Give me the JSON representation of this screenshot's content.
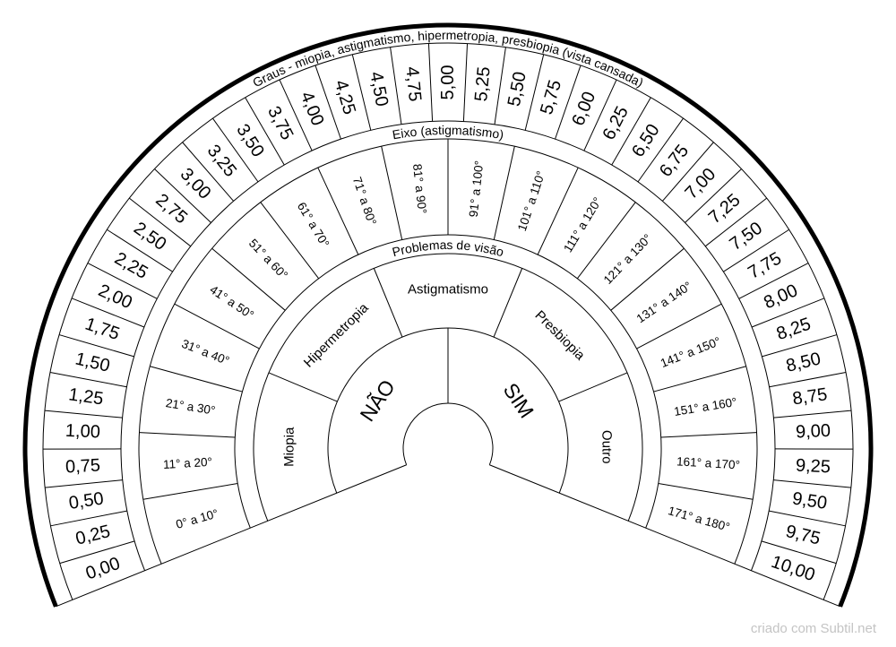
{
  "chart_title": "Graus - miopia, astigmatismo, hipermetropia, presbiopia (vista cansada)",
  "graus": [
    "0,00",
    "0,25",
    "0,50",
    "0,75",
    "1,00",
    "1,25",
    "1,50",
    "1,75",
    "2,00",
    "2,25",
    "2,50",
    "2,75",
    "3,00",
    "3,25",
    "3,50",
    "3,75",
    "4,00",
    "4,25",
    "4,50",
    "4,75",
    "5,00",
    "5,25",
    "5,50",
    "5,75",
    "6,00",
    "6,25",
    "6,50",
    "6,75",
    "7,00",
    "7,25",
    "7,50",
    "7,75",
    "8,00",
    "8,25",
    "8,50",
    "8,75",
    "9,00",
    "9,25",
    "9,50",
    "9,75",
    "10,00"
  ],
  "eixo_title": "Eixo (astigmatismo)",
  "eixo": [
    "0° a 10°",
    "11° a 20°",
    "21° a 30°",
    "31° a 40°",
    "41° a 50°",
    "51° a 60°",
    "61° a 70°",
    "71° a 80°",
    "81° a 90°",
    "91° a 100°",
    "101° a 110°",
    "111° a 120°",
    "121° a 130°",
    "131° a 140°",
    "141° a 150°",
    "151° a 160°",
    "161° a 170°",
    "171° a 180°"
  ],
  "problemas_title": "Problemas de visão",
  "problemas": [
    "Miopia",
    "Hipermetropia",
    "Astigmatismo",
    "Presbiopia",
    "Outro"
  ],
  "resposta": [
    "NÃO",
    "SIM"
  ],
  "footer": "criado com Subtil.net",
  "colors": {
    "line": "#000000",
    "footer": "#c4c4c4"
  }
}
